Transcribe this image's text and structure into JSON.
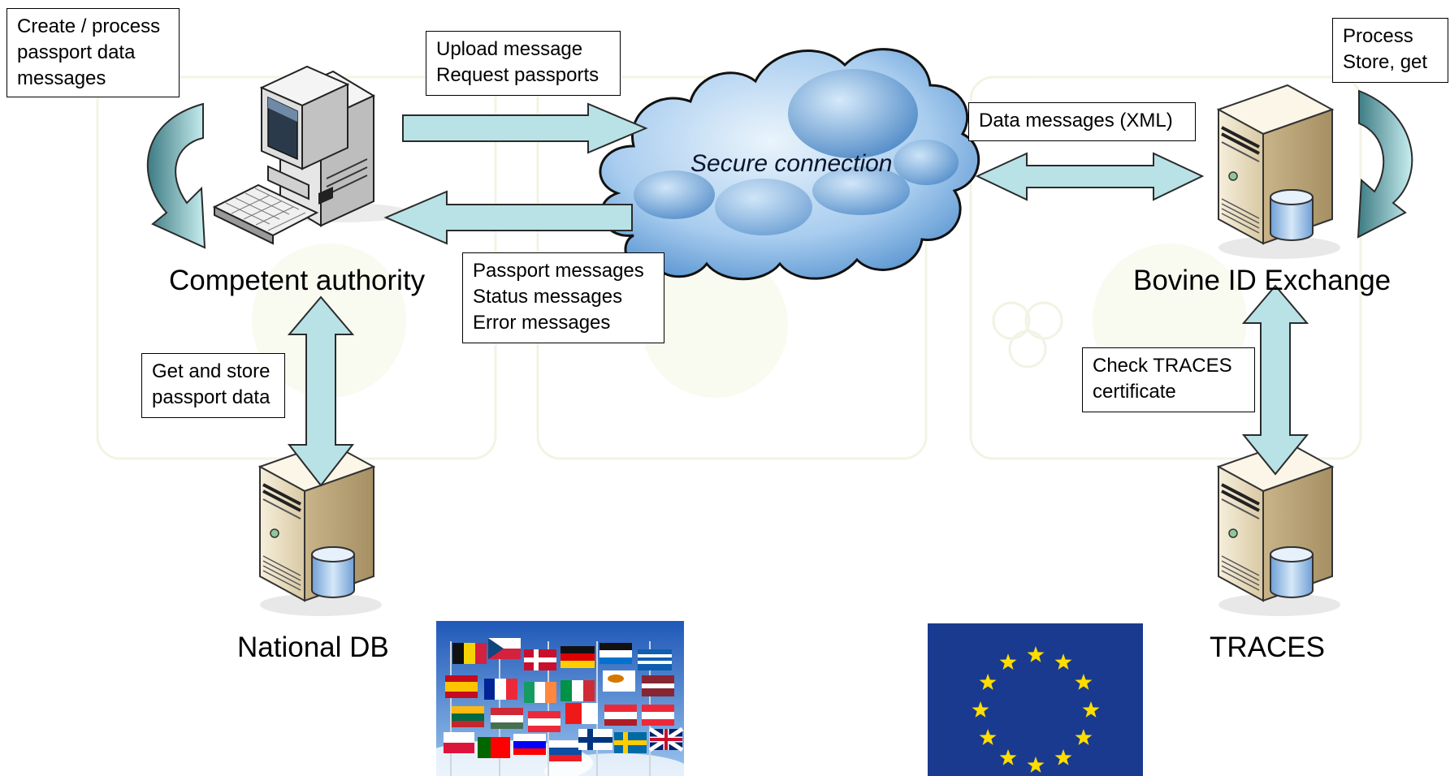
{
  "nodes": {
    "competent_authority": "Competent authority",
    "bovine_exchange": "Bovine ID Exchange",
    "national_db": "National DB",
    "traces": "TRACES",
    "cloud": "Secure connection"
  },
  "notes": {
    "create_process": [
      "Create / process",
      "passport data",
      "messages"
    ],
    "upload": [
      "Upload message",
      "Request passports"
    ],
    "passport_messages": [
      "Passport messages",
      "Status messages",
      "Error messages"
    ],
    "data_messages": [
      "Data messages (XML)"
    ],
    "process_store": [
      "Process",
      "Store, get"
    ],
    "get_store": [
      "Get and store",
      "passport data"
    ],
    "check_traces": [
      "Check TRACES",
      "certificate"
    ]
  },
  "colors": {
    "arrow_fill": "#b8e2e6",
    "arrow_stroke": "#2b2b2b",
    "cloud_light": "#cfe4f6",
    "cloud_dark": "#3d7fbf",
    "eu_blue": "#1a3a8f",
    "eu_star": "#ffdd00",
    "server_beige": "#ede2c6"
  },
  "icons": {
    "computer": "desktop-computer-icon",
    "servers": "database-server-icon",
    "cloud": "cloud-icon",
    "flags": "european-flags-photo",
    "eu_flag": "eu-flag-icon"
  }
}
